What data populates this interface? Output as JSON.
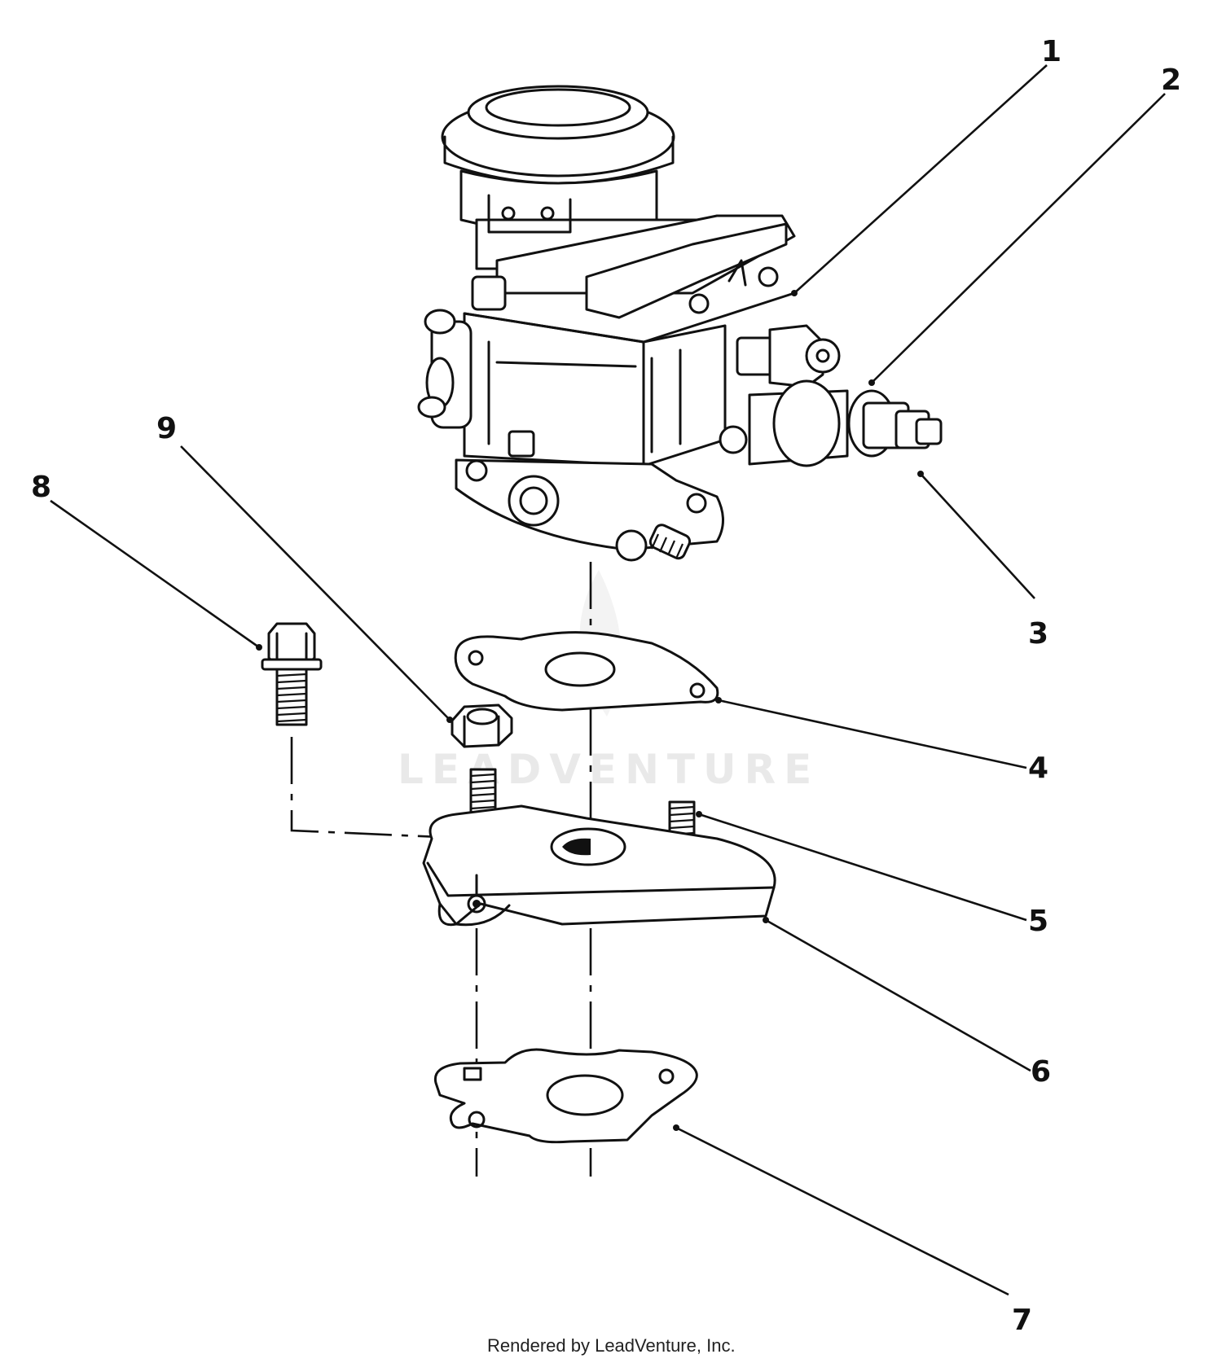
{
  "callouts": [
    "1",
    "2",
    "3",
    "4",
    "5",
    "6",
    "7",
    "8",
    "9"
  ],
  "watermark": "LEADVENTURE",
  "footer": "Rendered by LeadVenture, Inc.",
  "colors": {
    "ink": "#111111",
    "background": "#ffffff",
    "watermark": "#e9e9e9"
  }
}
